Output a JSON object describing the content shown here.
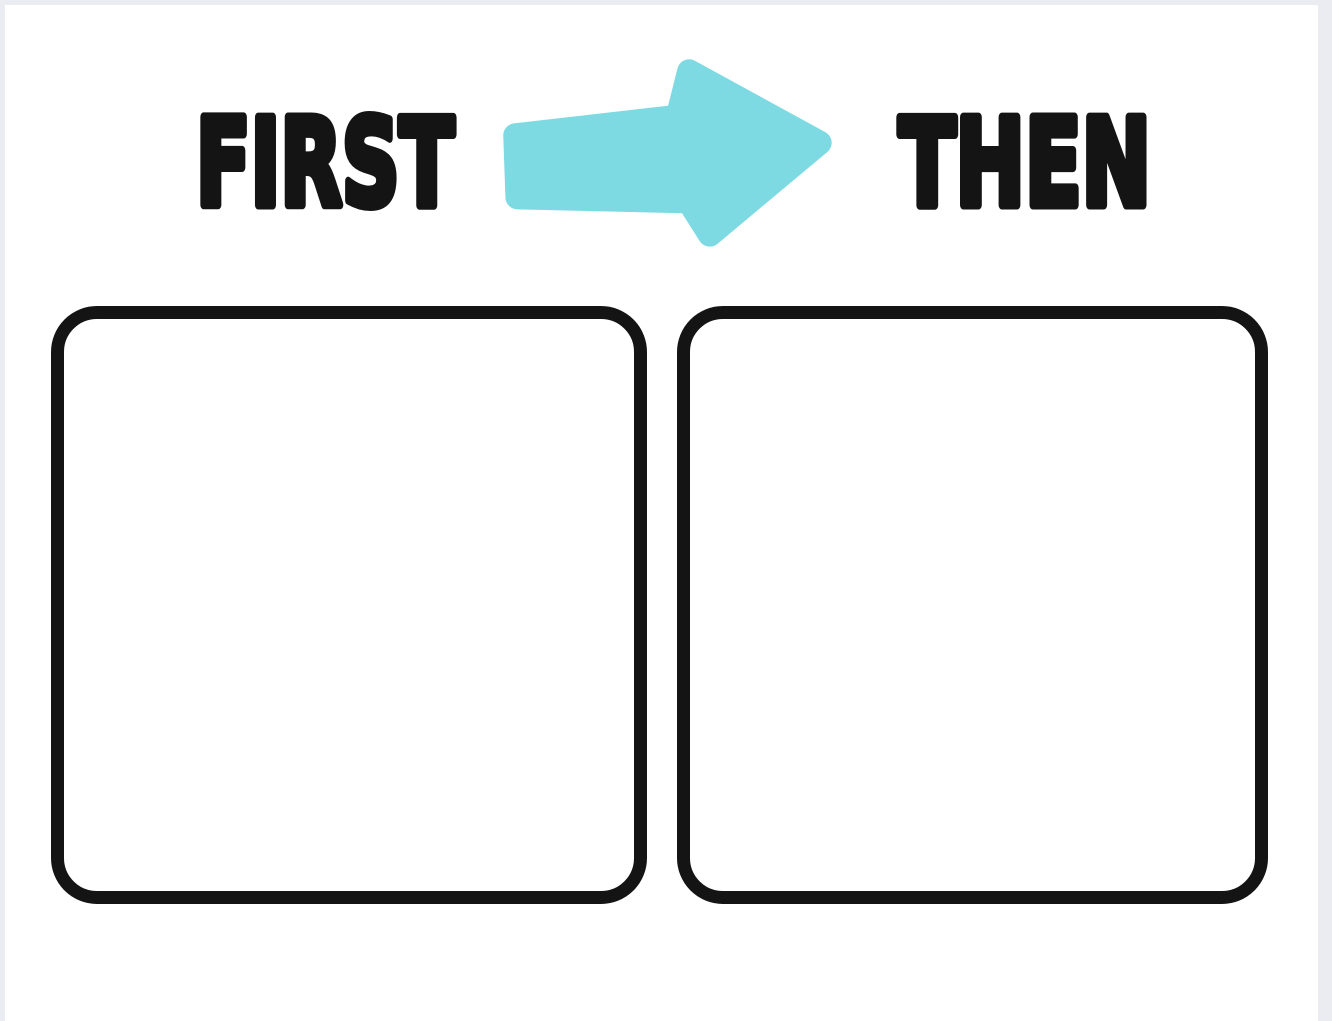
{
  "board": {
    "first_label": "FIRST",
    "then_label": "THEN",
    "arrow_icon": "arrow-right",
    "boxes": [
      {
        "name": "first-box",
        "content": ""
      },
      {
        "name": "then-box",
        "content": ""
      }
    ],
    "colors": {
      "text": "#141414",
      "arrow": "#7edae2",
      "box_border": "#141414",
      "page_background": "#ffffff",
      "frame_background": "#eaecf1"
    }
  }
}
